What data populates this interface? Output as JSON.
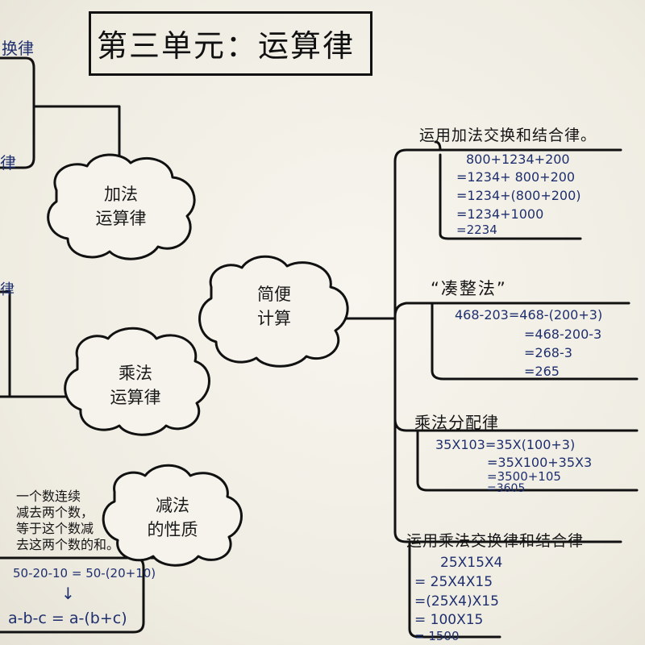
{
  "title": "第三单元：运算律",
  "left_partial": {
    "top_label": "换律",
    "top_label2": "律",
    "mid_label": "律"
  },
  "clouds": {
    "addition": [
      "加法",
      "运算律"
    ],
    "multiplication": [
      "乘法",
      "运算律"
    ],
    "simplify": [
      "简便",
      "计算"
    ],
    "subtraction": [
      "减法",
      "的性质"
    ]
  },
  "subtraction_property": {
    "text_lines": [
      "一个数连续",
      "减去两个数，",
      "等于这个数减",
      "去这两个数的和。"
    ],
    "example": "50-20-10 = 50-(20+10)",
    "arrow": "↓",
    "formula": "a-b-c = a-(b+c)"
  },
  "branches": [
    {
      "heading": "运用加法交换和结合律。",
      "lines": [
        "800+1234+200",
        "=1234+ 800+200",
        "=1234+(800+200)",
        "=1234+1000",
        "=2234"
      ]
    },
    {
      "heading": "“凑整法”",
      "lines": [
        "468-203=468-(200+3)",
        "=468-200-3",
        "=268-3",
        "=265"
      ]
    },
    {
      "heading": "乘法分配律",
      "lines": [
        "35X103=35X(100+3)",
        "=35X100+35X3",
        "=3500+105",
        "=3605"
      ]
    },
    {
      "heading": "运用乘法交换律和结合律",
      "lines": [
        "25X15X4",
        "= 25X4X15",
        "=(25X4)X15",
        "= 100X15",
        "= 1500"
      ]
    }
  ]
}
